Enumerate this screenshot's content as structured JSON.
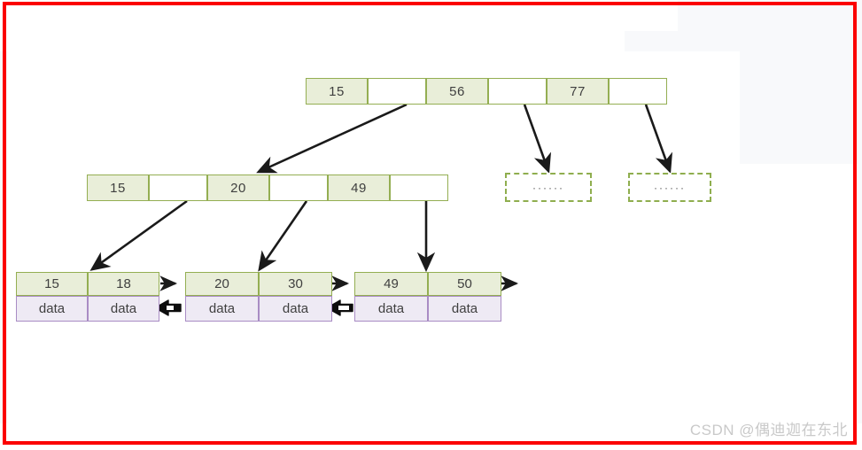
{
  "frame": {
    "border_color": "#fb0000"
  },
  "palette": {
    "key_fill": "#e9eed9",
    "key_stroke": "#94ae52",
    "pointer_fill": "#ffffff",
    "data_fill": "#eeeaf4",
    "data_stroke": "#a98cc4",
    "arrow": "#1a1a1a",
    "dashed_stroke": "#8fae4e",
    "watermark": "#c9c9c9"
  },
  "diagram": {
    "type": "b-plus-tree",
    "root": {
      "name": "root-node",
      "cells": [
        {
          "kind": "key",
          "label": "15"
        },
        {
          "kind": "pointer",
          "label": ""
        },
        {
          "kind": "key",
          "label": "56"
        },
        {
          "kind": "pointer",
          "label": ""
        },
        {
          "kind": "key",
          "label": "77"
        },
        {
          "kind": "pointer",
          "label": ""
        }
      ]
    },
    "internal": {
      "name": "internal-node",
      "cells": [
        {
          "kind": "key",
          "label": "15"
        },
        {
          "kind": "pointer",
          "label": ""
        },
        {
          "kind": "key",
          "label": "20"
        },
        {
          "kind": "pointer",
          "label": ""
        },
        {
          "kind": "key",
          "label": "49"
        },
        {
          "kind": "pointer",
          "label": ""
        }
      ]
    },
    "placeholders": [
      {
        "name": "placeholder-subtree-middle",
        "label": "······"
      },
      {
        "name": "placeholder-subtree-right",
        "label": "······"
      }
    ],
    "leaves": [
      {
        "name": "leaf-node-1",
        "keys": [
          "15",
          "18"
        ],
        "values": [
          "data",
          "data"
        ]
      },
      {
        "name": "leaf-node-2",
        "keys": [
          "20",
          "30"
        ],
        "values": [
          "data",
          "data"
        ]
      },
      {
        "name": "leaf-node-3",
        "keys": [
          "49",
          "50"
        ],
        "values": [
          "data",
          "data"
        ]
      }
    ],
    "leaf_links": {
      "forward_label": "next-leaf-arrow",
      "backward_label": "prev-leaf-arrow",
      "forward_count": 3,
      "backward_count": 2
    }
  },
  "watermark": {
    "text": "CSDN @偶迪迦在东北"
  }
}
